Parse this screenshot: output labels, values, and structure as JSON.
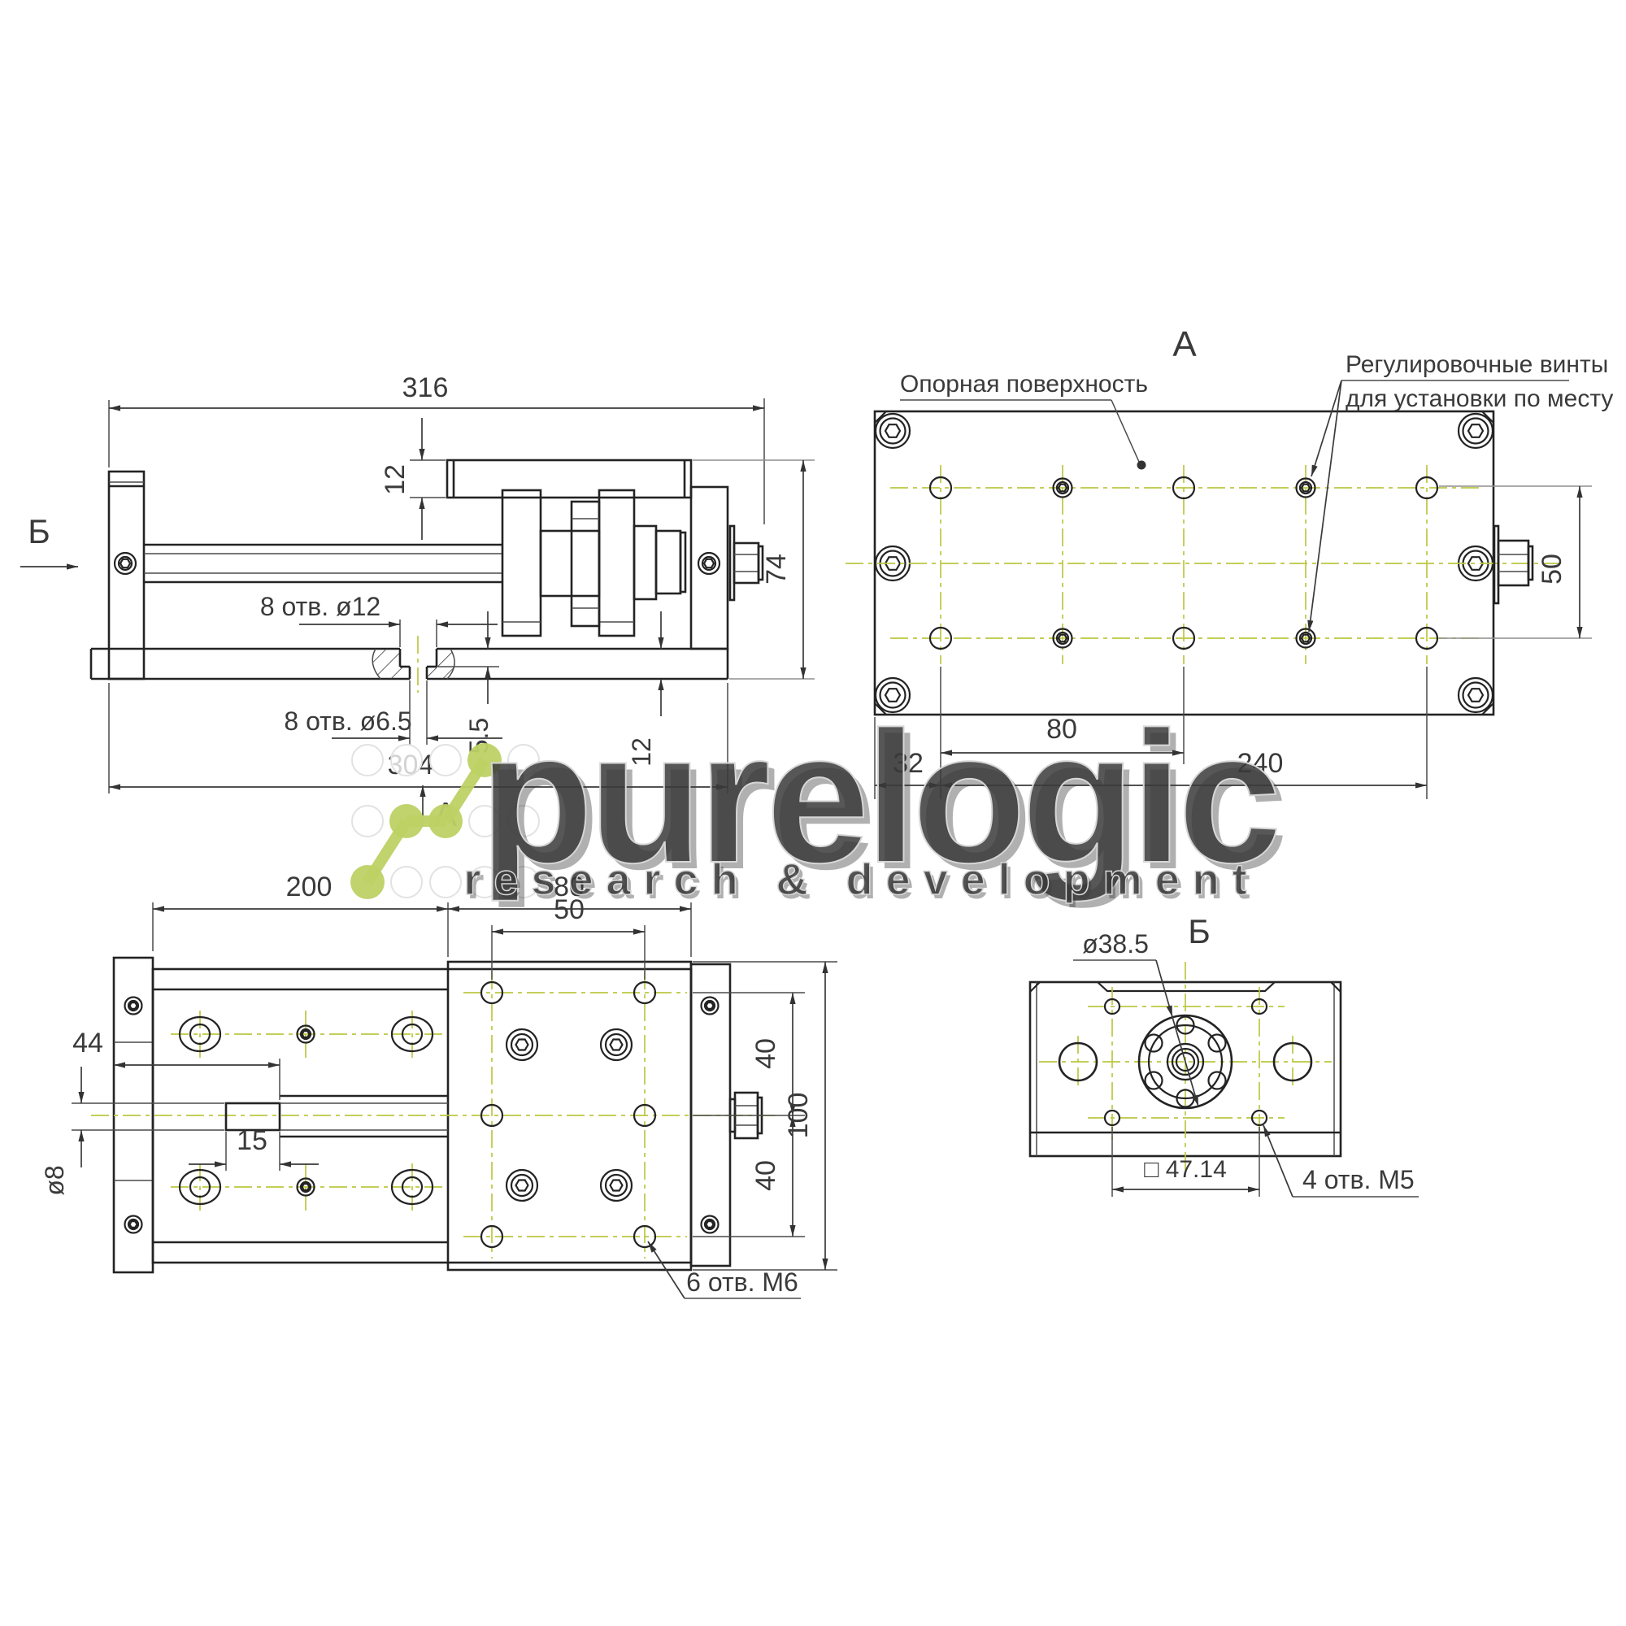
{
  "side": {
    "view_b_mark": "Б",
    "view_a_mark": "А",
    "dims": {
      "total_width": "316",
      "plate_thickness": "12",
      "total_height": "74",
      "holes_counterbore": "8 отв. ø12",
      "holes_through": "8 отв. ø6.5",
      "counterbore_depth": "5.5",
      "base_length": "304",
      "base_thickness": "12"
    }
  },
  "top": {
    "title": "А",
    "support_label": "Опорная поверхность",
    "adjust_label_line1": "Регулировочные винты",
    "adjust_label_line2": "для установки по месту",
    "dims": {
      "hole_pitch": "80",
      "edge_offset": "32",
      "span": "240",
      "row_pitch": "50"
    }
  },
  "plan": {
    "dims": {
      "left_section": "200",
      "carriage_width": "80",
      "hole_pitch": "50",
      "shaft_reach": "44",
      "tip_length": "15",
      "shaft_dia": "ø8",
      "row_top": "40",
      "total_height": "100",
      "row_bottom": "40",
      "holes": "6 отв. М6"
    }
  },
  "endb": {
    "title": "Б",
    "dims": {
      "flange_dia": "ø38.5",
      "square": "□ 47.14",
      "holes": "4 отв. М5"
    }
  },
  "watermark": {
    "brand": "purelogic",
    "tagline": "research & development",
    "accent_color": "#bdd164"
  }
}
